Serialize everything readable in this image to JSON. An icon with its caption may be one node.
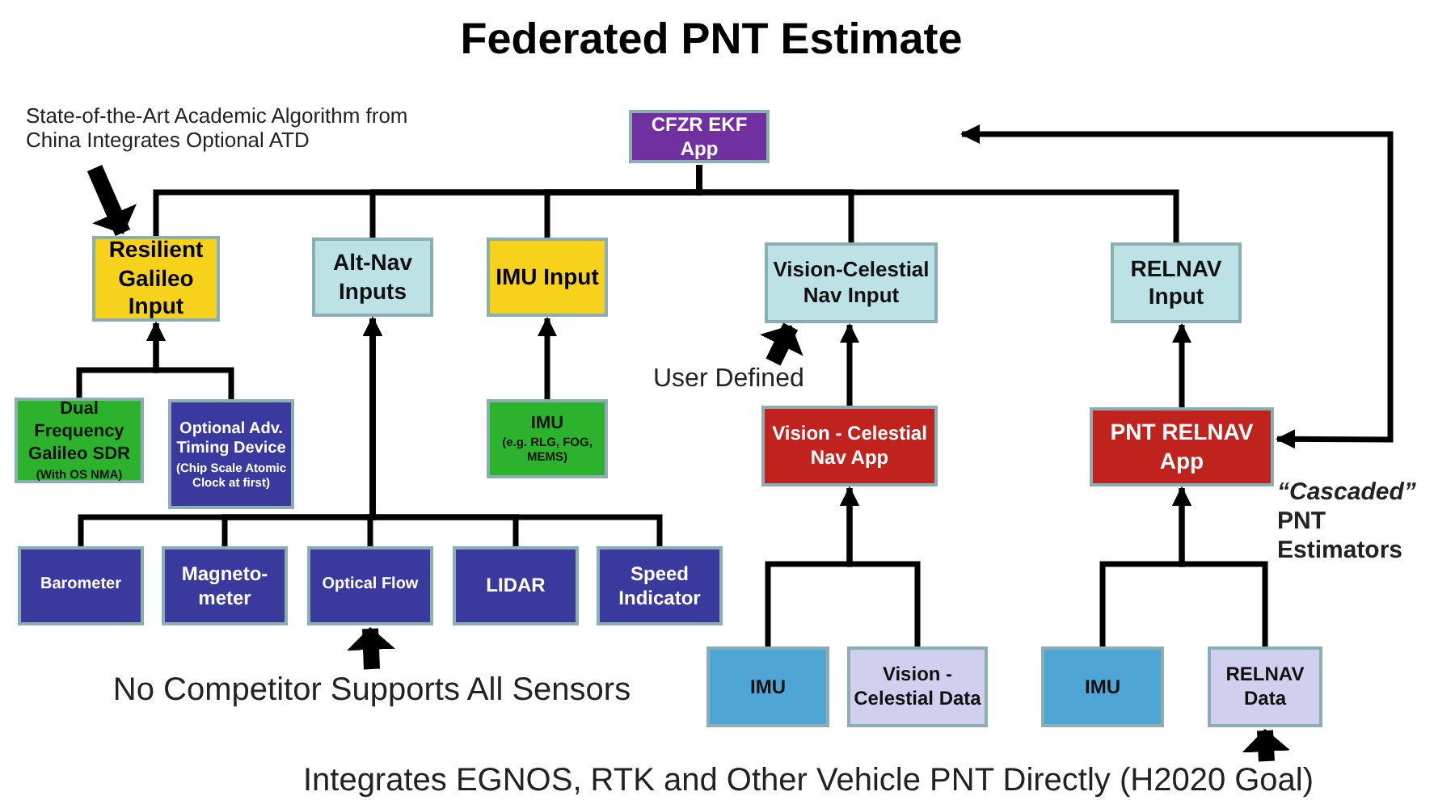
{
  "diagram": {
    "title": "Federated PNT Estimate",
    "nodes": [
      {
        "text": [
          "CFZR EKF App"
        ]
      },
      {
        "text": [
          "Resilient Galileo Input"
        ]
      },
      {
        "text": [
          "Alt-Nav Inputs"
        ]
      },
      {
        "text": [
          "IMU Input"
        ]
      },
      {
        "text": [
          "Vision-Celestial Nav Input"
        ]
      },
      {
        "text": [
          "RELNAV Input"
        ]
      },
      {
        "text": [
          "Dual Frequency Galileo SDR",
          "(With OS NMA)"
        ]
      },
      {
        "text": [
          "Optional Adv. Timing Device",
          "(Chip Scale Atomic Clock at first)"
        ]
      },
      {
        "text": [
          "IMU",
          "(e.g. RLG, FOG, MEMS)"
        ]
      },
      {
        "text": [
          "Vision - Celestial Nav App"
        ]
      },
      {
        "text": [
          "PNT RELNAV App"
        ]
      },
      {
        "text": [
          "Barometer"
        ]
      },
      {
        "text": [
          "Magneto-meter"
        ]
      },
      {
        "text": [
          "Optical Flow"
        ]
      },
      {
        "text": [
          "LIDAR"
        ]
      },
      {
        "text": [
          "Speed Indicator"
        ]
      },
      {
        "text": [
          "IMU"
        ]
      },
      {
        "text": [
          "Vision - Celestial Data"
        ]
      },
      {
        "text": [
          "IMU"
        ]
      },
      {
        "text": [
          "RELNAV Data"
        ]
      },
      {
        "text": [
          "State-of-the-Art Academic Algorithm from China Integrates Optional ATD"
        ]
      },
      {
        "text": [
          "User Defined"
        ]
      },
      {
        "text": [
          "No Competitor Supports All Sensors"
        ]
      },
      {
        "text": [
          "Integrates EGNOS, RTK and Other Vehicle PNT Directly (H2020 Goal)"
        ]
      }
    ],
    "edges": [
      {
        "from": 1,
        "to": 0,
        "arrow": "none"
      },
      {
        "from": 2,
        "to": 0,
        "arrow": "none"
      },
      {
        "from": 3,
        "to": 0,
        "arrow": "none"
      },
      {
        "from": 4,
        "to": 0,
        "arrow": "none"
      },
      {
        "from": 5,
        "to": 0,
        "arrow": "none"
      },
      {
        "from": 6,
        "to": 1,
        "arrow": "to"
      },
      {
        "from": 7,
        "to": 1,
        "arrow": "to"
      },
      {
        "from": 8,
        "to": 3,
        "arrow": "to"
      },
      {
        "from": 11,
        "to": 2,
        "arrow": "to"
      },
      {
        "from": 12,
        "to": 2,
        "arrow": "to"
      },
      {
        "from": 13,
        "to": 2,
        "arrow": "to"
      },
      {
        "from": 14,
        "to": 2,
        "arrow": "to"
      },
      {
        "from": 15,
        "to": 2,
        "arrow": "to"
      },
      {
        "from": 9,
        "to": 4,
        "arrow": "to"
      },
      {
        "from": 10,
        "to": 5,
        "arrow": "to"
      },
      {
        "from": 16,
        "to": 9,
        "arrow": "to"
      },
      {
        "from": 17,
        "to": 9,
        "arrow": "to"
      },
      {
        "from": 18,
        "to": 10,
        "arrow": "to"
      },
      {
        "from": 19,
        "to": 10,
        "arrow": "to"
      },
      {
        "from": null,
        "to": 10,
        "arrow": "both"
      },
      {
        "from": 20,
        "to": 1,
        "arrow": "to",
        "style": "thick"
      },
      {
        "from": 21,
        "to": 4,
        "arrow": "to",
        "style": "thick"
      },
      {
        "from": 22,
        "to": 13,
        "arrow": "to",
        "style": "thick"
      },
      {
        "from": 23,
        "to": 19,
        "arrow": "to",
        "style": "thick"
      }
    ],
    "labels": [
      "*“Cascaded”* PNT Estimators"
    ]
  }
}
